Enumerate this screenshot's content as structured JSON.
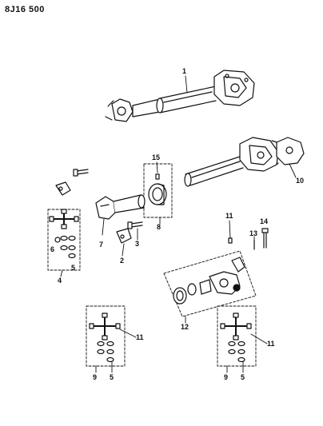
{
  "diagram_code": "8J16 500",
  "callouts": {
    "c1": "1",
    "c2": "2",
    "c3": "3",
    "c4": "4",
    "c5a": "5",
    "c5b": "5",
    "c5c": "5",
    "c6": "6",
    "c7": "7",
    "c8": "8",
    "c9a": "9",
    "c9b": "9",
    "c10": "10",
    "c11a": "11",
    "c11b": "11",
    "c11c": "11",
    "c12": "12",
    "c13": "13",
    "c14": "14",
    "c15": "15"
  }
}
